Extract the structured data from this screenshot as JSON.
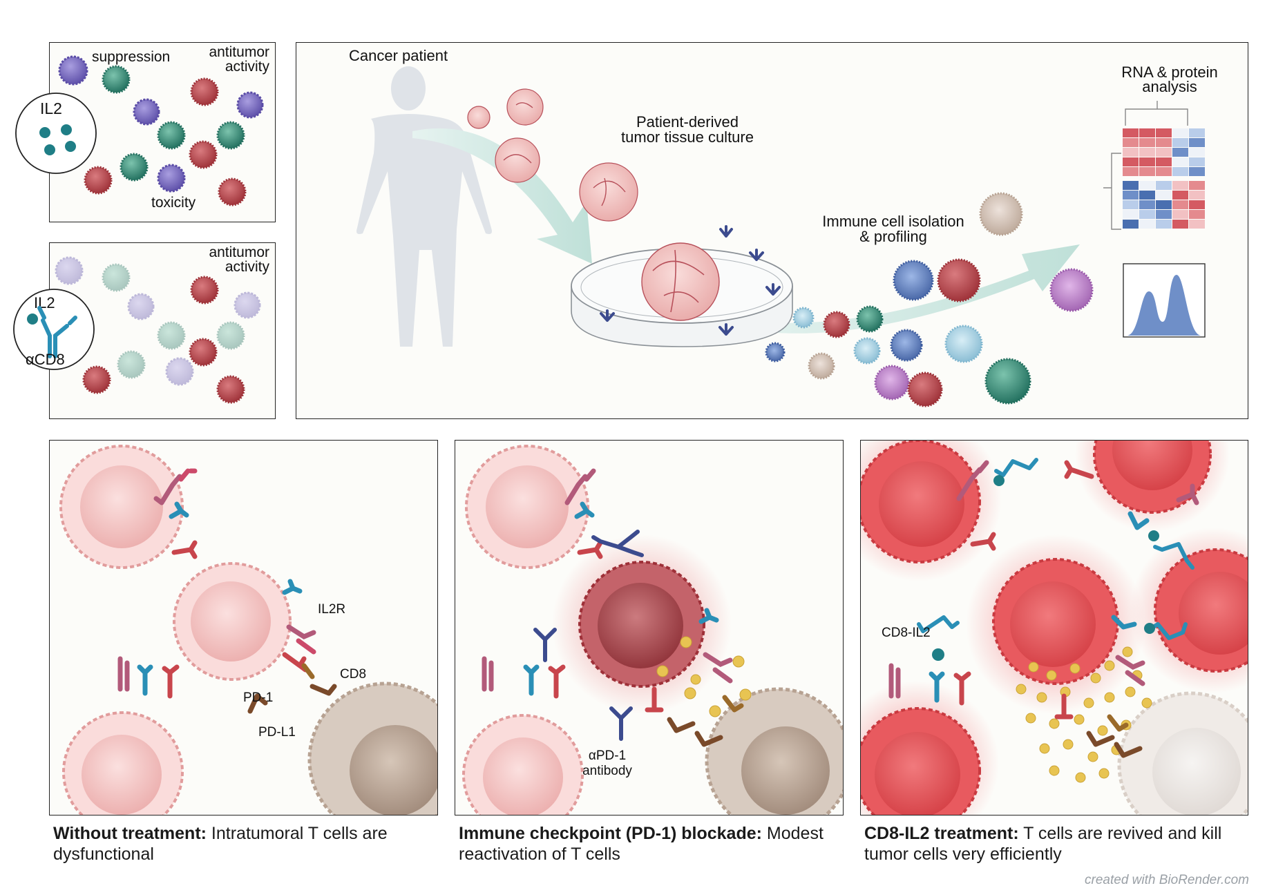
{
  "panels": {
    "il2_panel": {
      "label_suppression": "suppression",
      "label_antitumor": [
        "antitumor",
        "activity"
      ],
      "label_toxicity": "toxicity",
      "circle_label": "IL2"
    },
    "cd8il2_panel": {
      "label_antitumor": [
        "antitumor",
        "activity"
      ],
      "circle_label_il2": "IL2",
      "circle_label_acd8": "αCD8"
    },
    "workflow_panel": {
      "patient_label": "Cancer patient",
      "culture_label": [
        "Patient-derived",
        "tumor tissue culture"
      ],
      "isolation_label": [
        "Immune cell isolation",
        "& profiling"
      ],
      "analysis_label": [
        "RNA & protein",
        "analysis"
      ]
    },
    "no_treatment": {
      "label_il2r": "IL2R",
      "label_cd8": "CD8",
      "label_pd1": "PD-1",
      "label_pdl1": "PD-L1",
      "caption_bold": "Without treatment:",
      "caption_text": " Intratumoral T cells are dysfunctional"
    },
    "pd1_blockade": {
      "label_antibody": [
        "αPD-1",
        "antibody"
      ],
      "caption_bold": "Immune checkpoint (PD-1) blockade:",
      "caption_text": " Modest reactivation of T cells"
    },
    "cd8il2_treatment": {
      "label_cd8il2": "CD8-IL2",
      "caption_bold": "CD8-IL2 treatment:",
      "caption_text": " T cells are revived and kill tumor cells very efficiently"
    }
  },
  "credit": "created with BioRender.com",
  "colors": {
    "red_cell": "#b84a50",
    "green_cell": "#2f8c7a",
    "purple_cell": "#7a6cc0",
    "pink_cell": "#f3c0bf",
    "bright_red_cell": "#e0484e",
    "teal_il2": "#1f7e86",
    "receptor_blue": "#2a8fb6",
    "cd8_pink": "#b25a7a",
    "pdl1_brown": "#7a4a2a",
    "antibody_navy": "#3c4b8e",
    "arrow_mint": "#cfe8e2"
  }
}
